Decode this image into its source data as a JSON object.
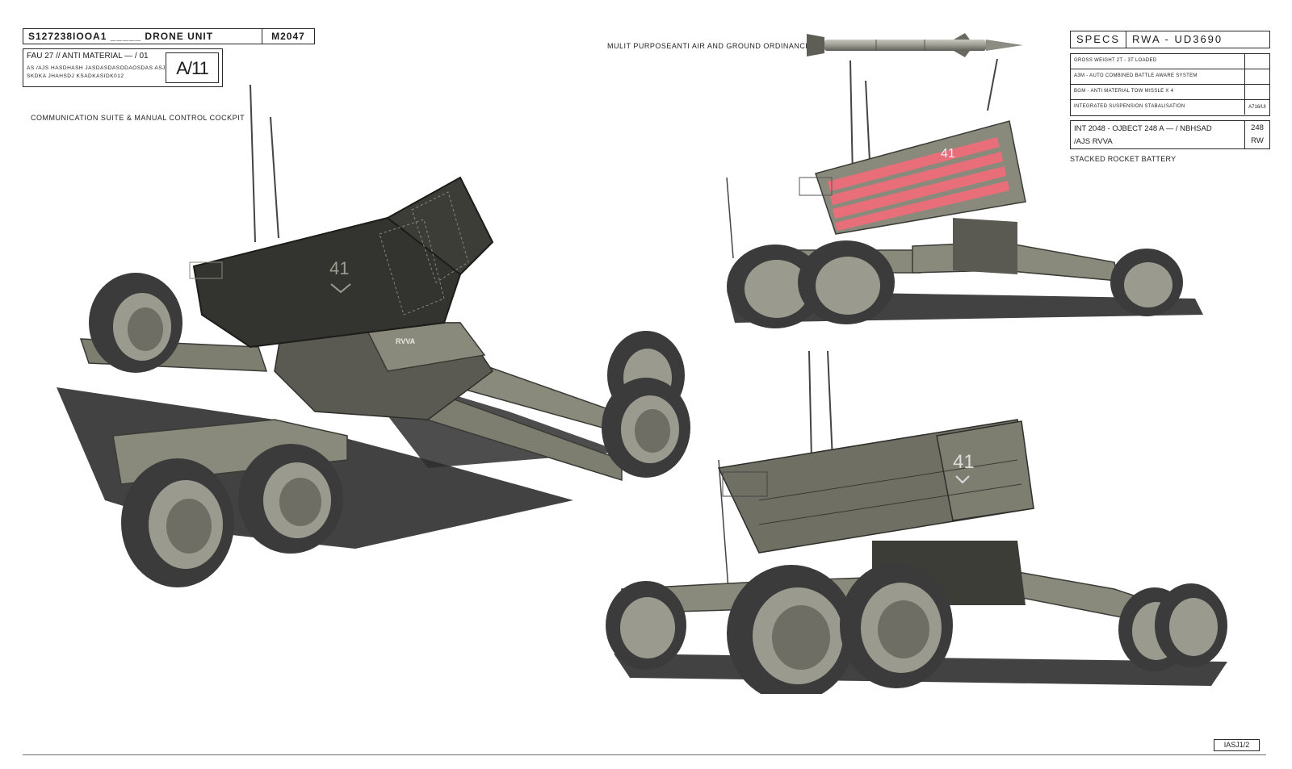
{
  "title_block": {
    "code": "S127238IOOA1 _____ DRONE UNIT",
    "model": "M2047"
  },
  "sub_block": {
    "line1": "FAU 27 // ANTI MATERIAL — / 01",
    "line2": "AS /AJS HASDHASH JASDASDASODAOSDAS ASJ",
    "line3": "SKDKA JHAHSDJ     KSADKASIDK012",
    "code": "A/11"
  },
  "captions": {
    "communication": "COMMUNICATION SUITE & MANUAL CONTROL COCKPIT",
    "ordinance": "MULIT PURPOSEANTI AIR AND GROUND ORDINANCE",
    "rocket_battery": "STACKED ROCKET BATTERY"
  },
  "specs": {
    "label": "SPECS",
    "model": "RWA - UD3690",
    "rows": [
      {
        "text": "GROSS WEIGHT 2T  -  3T LOADED",
        "code": ""
      },
      {
        "text": "A3M - AUTO COMBINED BATTLE AWARE SYSTEM",
        "code": ""
      },
      {
        "text": "BGM - ANTI MATERIAL TOW MISSLE X 4",
        "code": ""
      },
      {
        "text": "INTEGRATED SUSPENSION STABALISATION",
        "code": "A716/UI"
      }
    ],
    "int_line1": "INT 2048 - OJBECT 248   A — / NBHSAD",
    "int_line2": "/AJS RVVA",
    "int_code1": "248",
    "int_code2": "RW"
  },
  "vehicle_markings": {
    "unit_number": "41",
    "brand": "RVVA"
  },
  "sheet_code": "IASJ1/2",
  "colors": {
    "hull": "#8a8a7c",
    "hull_dark": "#3a3a36",
    "tire": "#3b3b3b",
    "shadow": "#2e2e2e",
    "rocket_pod_highlight": "#e86e7a"
  }
}
